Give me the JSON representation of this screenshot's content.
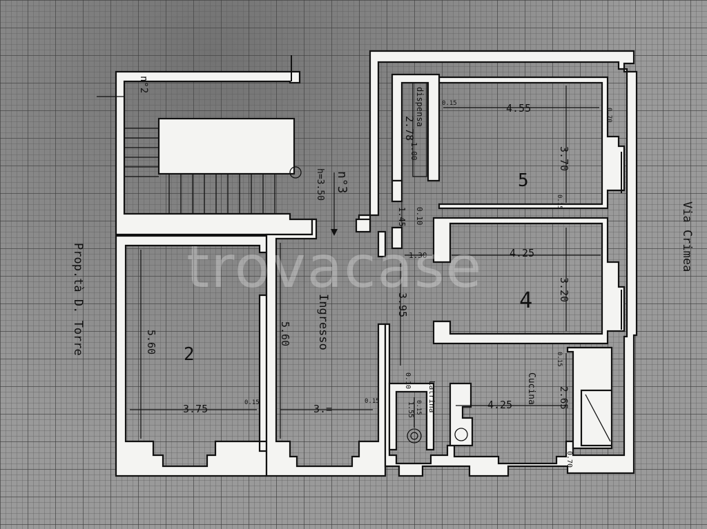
{
  "watermark": "trovacase",
  "street": "Via Crimea",
  "owner": "Prop.tà D. Torre",
  "stair_label": "n°2",
  "unit_label": "n°3",
  "entrance": "Ingresso",
  "rooms": {
    "room2": "2",
    "room4": "4",
    "room5": "5",
    "dispensa": "dispensa",
    "latrina": "Latrina",
    "cucina": "Cucina"
  },
  "dimensions": {
    "d_4_55": "4.55",
    "d_3_70": "3.70",
    "d_0_70a": "0.70",
    "d_0_15a": "0.15",
    "d_2_78": "2.78",
    "d_1_00": "1.00",
    "d_0_15b": "0.15",
    "d_1_45": "1.45",
    "d_0_10": "0.10",
    "d_1_30": "1.30",
    "d_4_25a": "4.25",
    "d_3_20": "3.20",
    "d_3_95": "3.95",
    "d_h350": "h=3.50",
    "d_5_60a": "5.60",
    "d_5_60b": "5.60",
    "d_3_75": "3.75",
    "d_0_15c": "0.15",
    "d_3_00": "3.=",
    "d_0_15d": "0.15",
    "d_0_15e": "0.15",
    "d_0_10b": "0.10",
    "d_1_55": "1.55",
    "d_0_15f": "0.15",
    "d_4_25b": "4.25",
    "d_2_65": "2.65",
    "d_0_70b": "0.70"
  }
}
